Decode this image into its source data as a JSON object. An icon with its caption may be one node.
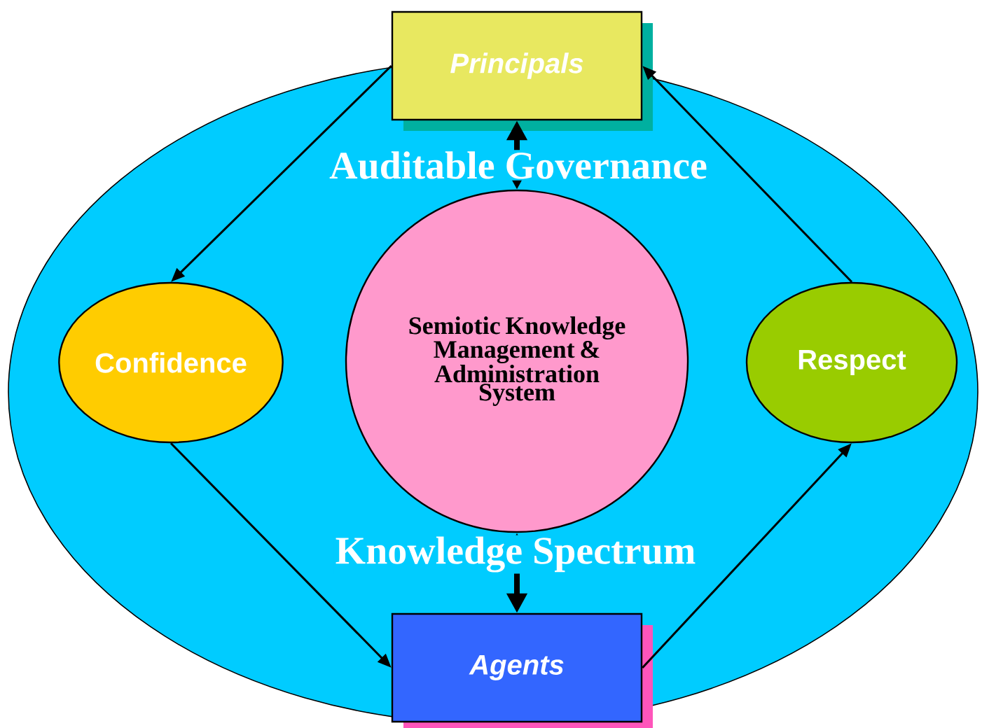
{
  "diagram": {
    "nodes": [
      {
        "text": [
          "Principals"
        ]
      },
      {
        "text": [
          "Confidence"
        ]
      },
      {
        "text": [
          "Semiotic Knowledge Management & Administration System"
        ]
      },
      {
        "text": [
          "Respect"
        ]
      },
      {
        "text": [
          "Agents"
        ]
      }
    ],
    "edges": [
      {
        "from": 0,
        "to": 1,
        "arrow": "to"
      },
      {
        "from": 1,
        "to": 4,
        "arrow": "to"
      },
      {
        "from": 4,
        "to": 3,
        "arrow": "to"
      },
      {
        "from": 3,
        "to": 0,
        "arrow": "to"
      },
      {
        "from": 2,
        "to": 0,
        "arrow": "both",
        "label": "Auditable Governance",
        "style": "thick"
      },
      {
        "from": 2,
        "to": 4,
        "arrow": "both",
        "label": "Knowledge Spectrum",
        "style": "thick"
      }
    ]
  }
}
